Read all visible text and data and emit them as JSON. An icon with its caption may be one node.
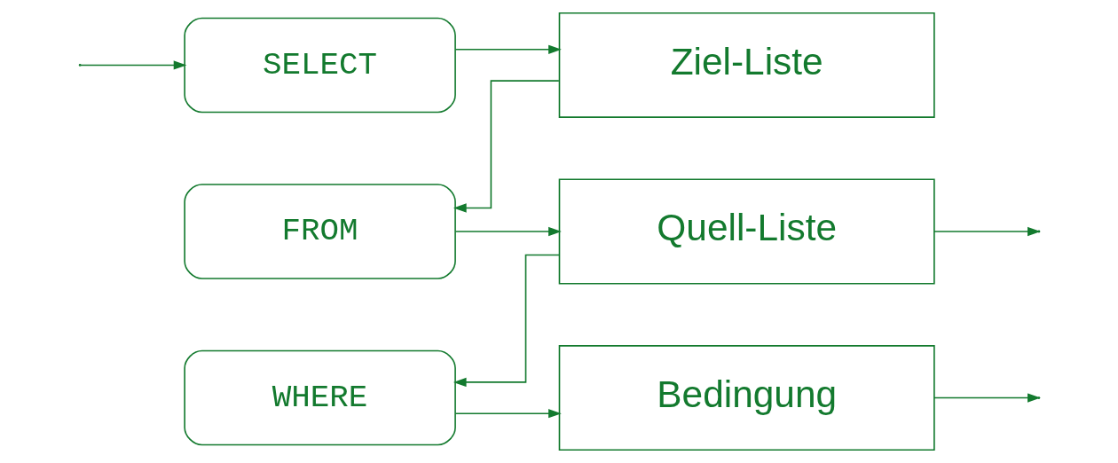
{
  "diagram": {
    "nodes": [
      {
        "text": [
          "SELECT"
        ]
      },
      {
        "text": [
          "Ziel-Liste"
        ]
      },
      {
        "text": [
          "FROM"
        ]
      },
      {
        "text": [
          "Quell-Liste"
        ]
      },
      {
        "text": [
          "WHERE"
        ]
      },
      {
        "text": [
          "Bedingung"
        ]
      }
    ],
    "edges": [
      {
        "from": null,
        "to": 0,
        "arrow": "to"
      },
      {
        "from": 0,
        "to": 1,
        "arrow": "to"
      },
      {
        "from": 1,
        "to": 2,
        "arrow": "to"
      },
      {
        "from": 2,
        "to": 3,
        "arrow": "to"
      },
      {
        "from": 3,
        "to": 4,
        "arrow": "to"
      },
      {
        "from": 3,
        "to": null,
        "arrow": "to"
      },
      {
        "from": 4,
        "to": 5,
        "arrow": "to"
      },
      {
        "from": 5,
        "to": null,
        "arrow": "to"
      }
    ]
  }
}
